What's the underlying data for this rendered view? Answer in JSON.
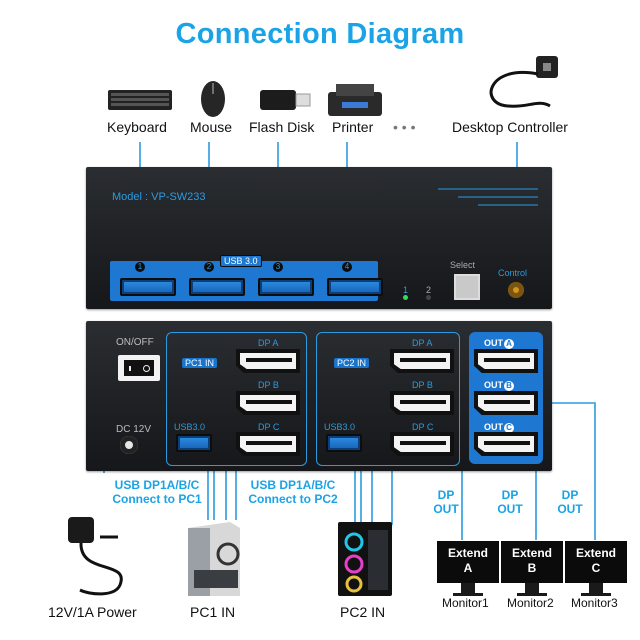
{
  "title": "Connection Diagram",
  "peripherals": [
    {
      "label": "Keyboard",
      "icon": "keyboard-icon"
    },
    {
      "label": "Mouse",
      "icon": "mouse-icon"
    },
    {
      "label": "Flash Disk",
      "icon": "flash-disk-icon"
    },
    {
      "label": "Printer",
      "icon": "printer-icon"
    },
    {
      "label": "• • •"
    },
    {
      "label": "Desktop Controller",
      "icon": "desktop-controller-icon"
    }
  ],
  "front_panel": {
    "model": "Model : VP-SW233",
    "usb_label": "USB 3.0",
    "port_numbers": [
      "1",
      "2",
      "3",
      "4"
    ],
    "led_labels": [
      "1",
      "2"
    ],
    "select_label": "Select",
    "control_label": "Control"
  },
  "back_panel": {
    "on_off": "ON/OFF",
    "dc": "DC 12V",
    "pc1_tag": "PC1 IN",
    "pc2_tag": "PC2 IN",
    "dp_labels": [
      "DP A",
      "DP B",
      "DP C"
    ],
    "usb_label": "USB3.0",
    "out_labels": [
      "OUT",
      "OUT",
      "OUT"
    ],
    "out_letters": [
      "A",
      "B",
      "C"
    ]
  },
  "annotations": {
    "pc1": [
      "USB DP1A/B/C",
      "Connect to PC1"
    ],
    "pc2": [
      "USB DP1A/B/C",
      "Connect to PC2"
    ],
    "dp_out": [
      "DP",
      "OUT"
    ]
  },
  "devices": {
    "power": "12V/1A Power",
    "pc1": "PC1 IN",
    "pc2": "PC2 IN"
  },
  "monitors": [
    {
      "title": "Extend",
      "letter": "A",
      "label": "Monitor1"
    },
    {
      "title": "Extend",
      "letter": "B",
      "label": "Monitor2"
    },
    {
      "title": "Extend",
      "letter": "C",
      "label": "Monitor3"
    }
  ],
  "colors": {
    "accent": "#1aa3e6",
    "panel": "#1c1e21",
    "usb_blue": "#1e78d2"
  }
}
